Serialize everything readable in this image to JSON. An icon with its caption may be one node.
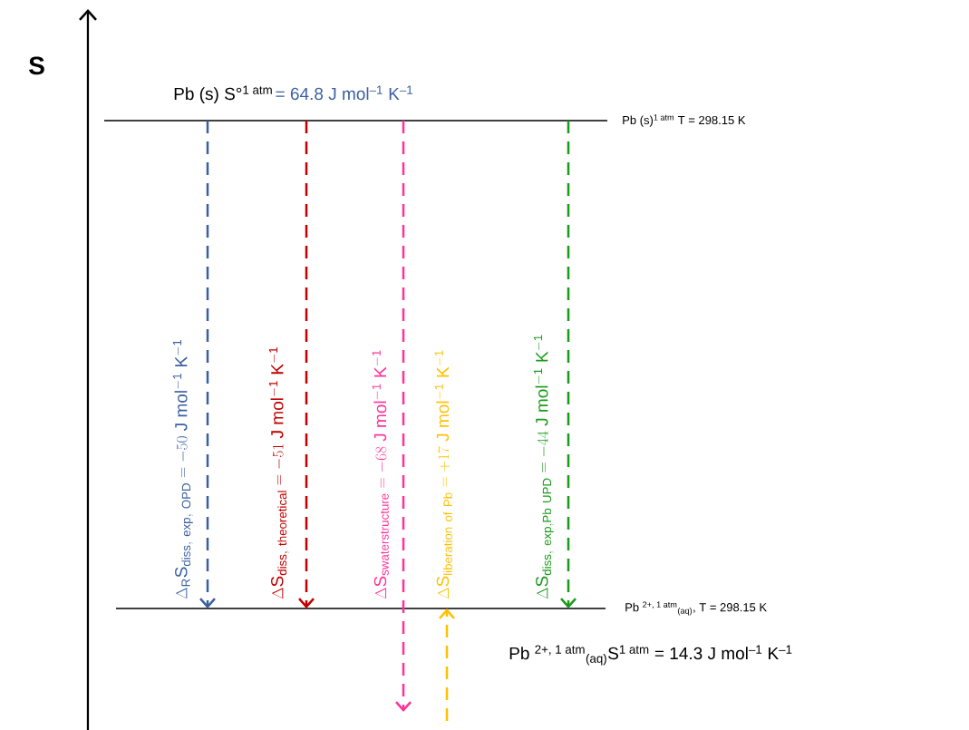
{
  "diagram": {
    "nodes": [
      {
        "text": [],
        "shape": "bar",
        "beside": [
          "Pb (s)$^{1 atm}$ T = 298.15 K"
        ]
      },
      {
        "text": [],
        "shape": "bar",
        "beside": [
          "Pb $^{2+, 1 atm}$$_{(aq)}$, T = 298.15 K"
        ]
      }
    ],
    "edges": [
      {
        "from": 0,
        "to": 1,
        "arrow": "to",
        "style": "dashed",
        "color": "#3a5fa0",
        "label": "\\Delta_{\\mathrm{R}}\\mathrm{S}_{\\mathrm{diss,\\ exp,\\ OPD}} = -50\\ \\mathrm{J\\ mol^{-1}\\ K^{-1}}"
      },
      {
        "from": 0,
        "to": 1,
        "arrow": "to",
        "style": "dashed",
        "color": "#c00000",
        "label": "\\Delta\\mathrm{S}_{\\mathrm{diss,\\ theoretical}} = -51\\ \\mathrm{J\\ mol^{-1}\\ K^{-1}}"
      },
      {
        "from": 0,
        "to": null,
        "arrow": "to",
        "style": "dashed",
        "color": "#ff3399",
        "label": "\\Delta\\mathrm{S}_{\\mathrm{swaterstructure}} = -68\\ \\mathrm{J\\ mol^{-1}\\ K^{-1}}"
      },
      {
        "from": null,
        "to": 1,
        "arrow": "to",
        "style": "dashed",
        "color": "#ffc000",
        "label": "\\Delta\\mathrm{S}_{\\mathrm{liberation\\ of\\ Pb}} = +17\\ \\mathrm{J\\ mol^{-1}\\ K^{-1}}"
      },
      {
        "from": 0,
        "to": 1,
        "arrow": "to",
        "style": "dashed",
        "color": "#1a9a1a",
        "label": "\\Delta\\mathrm{S}_{\\mathrm{diss,\\ exp,Pb\\ UPD}} = -44\\ \\mathrm{J\\ mol^{-1}\\ K^{-1}}"
      }
    ],
    "labels": [
      "S",
      "Pb (s) S°$^{1 atm}$",
      "= 64.8 J mol$^{–1}$ K$^{–1}$",
      "Pb $^{2+, 1 atm}$$_{(aq)}$S$^{1 atm}$ = 14.3 J mol$^{–1}$ K$^{–1}$"
    ]
  }
}
